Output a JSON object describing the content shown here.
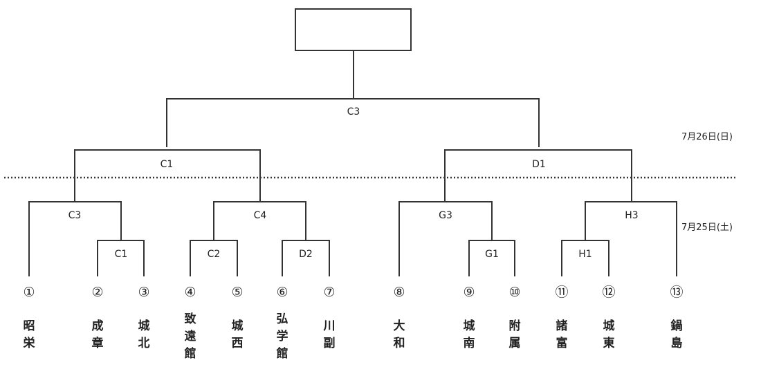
{
  "title": "Tournament bracket",
  "dates": {
    "day2": "7月26日(日)",
    "day1": "7月25日(土)"
  },
  "matches": {
    "final": "C3",
    "left_semi": "C1",
    "right_semi": "D1",
    "left_a": "C3",
    "left_b": "C4",
    "right_a": "G3",
    "right_b": "H3",
    "m_2_3": "C1",
    "m_4_5": "C2",
    "m_6_7": "D2",
    "m_9_10": "G1",
    "m_11_12": "H1"
  },
  "teams": [
    {
      "seed": "①",
      "name": [
        "昭",
        "栄"
      ]
    },
    {
      "seed": "②",
      "name": [
        "成",
        "章"
      ]
    },
    {
      "seed": "③",
      "name": [
        "城",
        "北"
      ]
    },
    {
      "seed": "④",
      "name": [
        "致",
        "遠",
        "館"
      ]
    },
    {
      "seed": "⑤",
      "name": [
        "城",
        "西"
      ]
    },
    {
      "seed": "⑥",
      "name": [
        "弘",
        "学",
        "館"
      ]
    },
    {
      "seed": "⑦",
      "name": [
        "川",
        "副"
      ]
    },
    {
      "seed": "⑧",
      "name": [
        "大",
        "和"
      ]
    },
    {
      "seed": "⑨",
      "name": [
        "城",
        "南"
      ]
    },
    {
      "seed": "⑩",
      "name": [
        "附",
        "属"
      ]
    },
    {
      "seed": "⑪",
      "name": [
        "諸",
        "富"
      ]
    },
    {
      "seed": "⑫",
      "name": [
        "城",
        "東"
      ]
    },
    {
      "seed": "⑬",
      "name": [
        "鍋",
        "島"
      ]
    }
  ]
}
